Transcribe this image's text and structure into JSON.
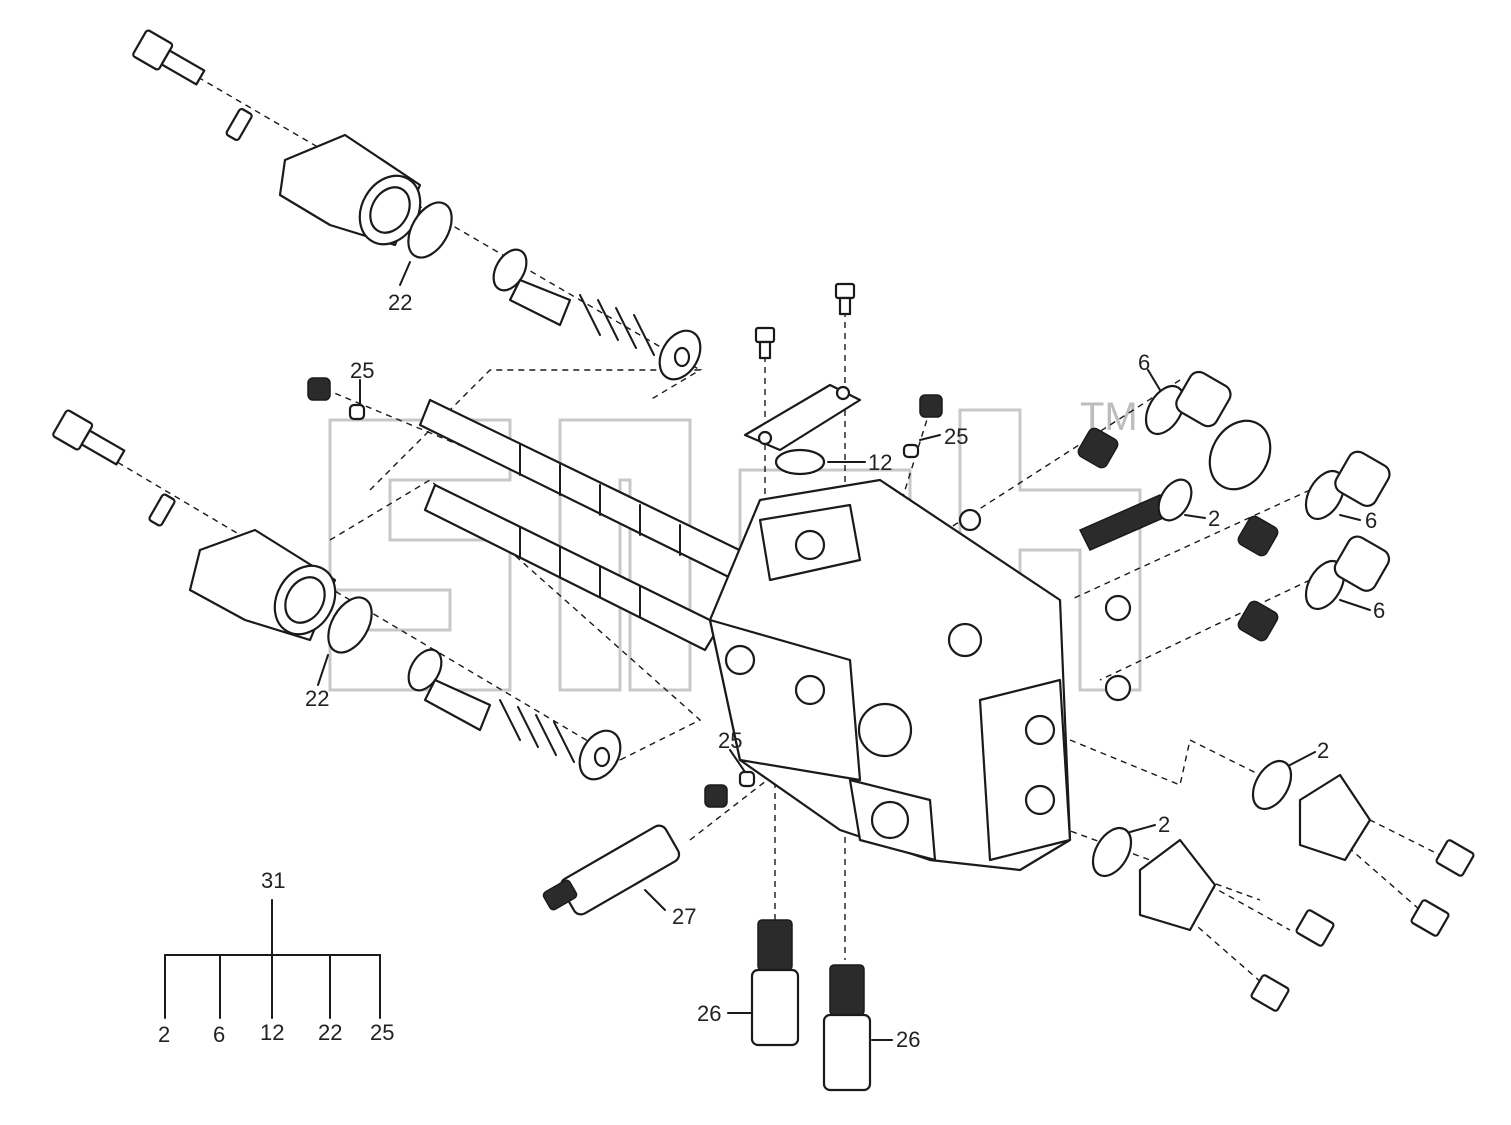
{
  "callouts": {
    "c22a": "22",
    "c25a": "25",
    "c22b": "22",
    "c25b": "25",
    "c12": "12",
    "c25c": "25",
    "c6a": "6",
    "c2a": "2",
    "c6b": "6",
    "c6c": "6",
    "c2b": "2",
    "c2c": "2",
    "c27": "27",
    "c26a": "26",
    "c26b": "26"
  },
  "kit_tree": {
    "parent": "31",
    "children": [
      "2",
      "6",
      "12",
      "22",
      "25"
    ]
  },
  "watermark": {
    "tm": "TM"
  }
}
